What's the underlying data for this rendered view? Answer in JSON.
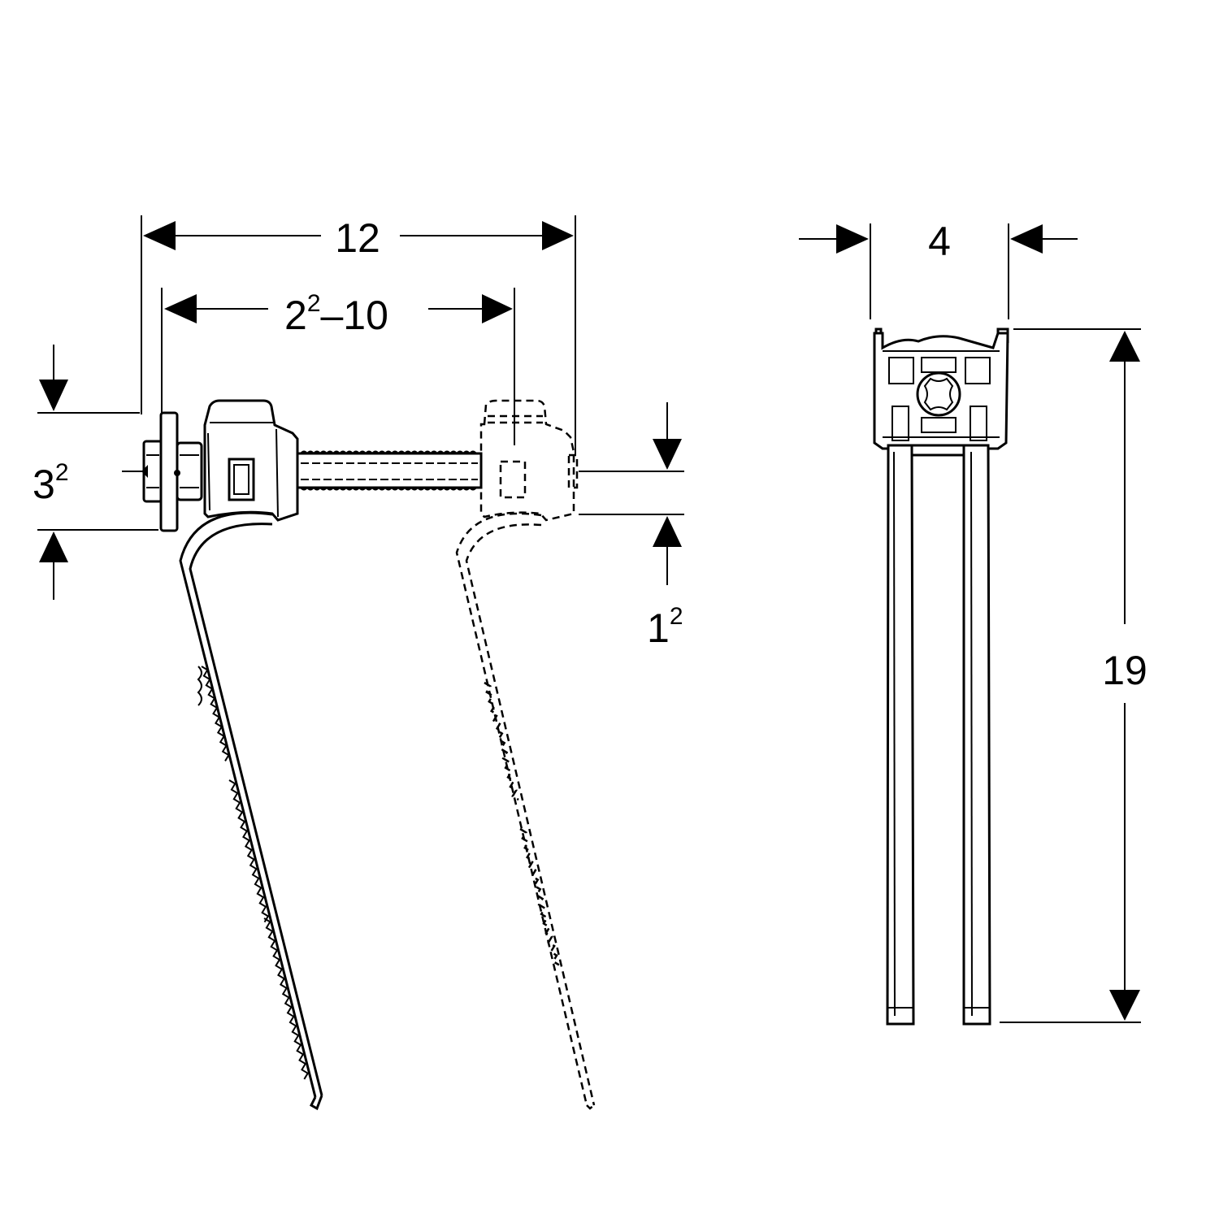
{
  "dimensions": {
    "overall_length": {
      "main": "12",
      "sup": ""
    },
    "adjustable_range": {
      "main": "2",
      "sup": "2",
      "suffix": "–10"
    },
    "height_left": {
      "main": "3",
      "sup": "2"
    },
    "offset_right": {
      "main": "1",
      "sup": "2"
    },
    "width": {
      "main": "4",
      "sup": ""
    },
    "total_height": {
      "main": "19",
      "sup": ""
    }
  }
}
